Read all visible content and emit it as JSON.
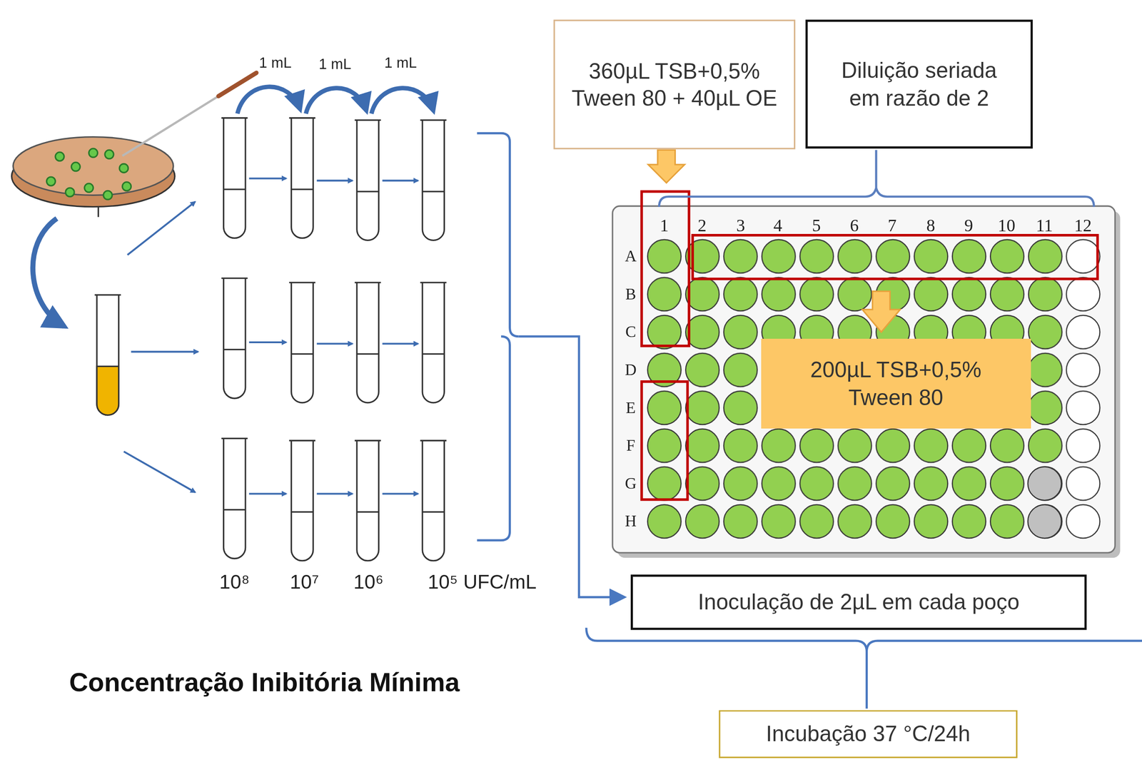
{
  "diagram": {
    "title": "Concentração Inibitória Mínima",
    "nodes": [
      {
        "text": [
          "360µL TSB+0,5% Tween 80 + 40µL OE"
        ]
      },
      {
        "text": [
          "Diluição seriada em razão de 2"
        ]
      },
      {
        "text": [
          "200µL TSB+0,5% Tween 80"
        ]
      },
      {
        "text": [
          "Inoculação de 2µL em cada poço"
        ]
      },
      {
        "text": [
          "Incubação 37 °C/24h"
        ]
      }
    ],
    "labels": [
      "1 mL",
      "1 mL",
      "1 mL",
      "1",
      "2",
      "3",
      "4",
      "5",
      "6",
      "7",
      "8",
      "9",
      "10",
      "11",
      "12",
      "A",
      "B",
      "C",
      "D",
      "E",
      "F",
      "G",
      "H",
      "10⁸",
      "10⁷",
      "10⁶",
      "10⁵ UFC/mL"
    ]
  }
}
